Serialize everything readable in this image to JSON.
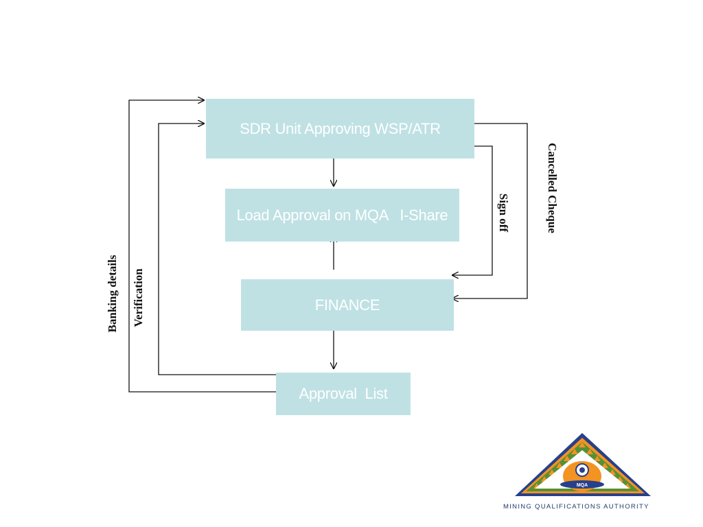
{
  "boxes": {
    "sdr_unit": "SDR Unit Approving WSP/ATR",
    "load_approval": "Load Approval on MQA   I-Share",
    "finance": "FINANCE",
    "approval_list": "Approval  List"
  },
  "connector_labels": {
    "banking_details": "Banking details",
    "verification": "Verification",
    "sign_off": "Sign off",
    "cancelled_cheque": "Cancelled Cheque"
  },
  "logo": {
    "badge_text": "MQA",
    "caption": "MINING QUALIFICATIONS AUTHORITY"
  },
  "colors": {
    "box_fill": "#bfe1e4",
    "box_text": "#ffffff",
    "line": "#111111",
    "logo_orange": "#f39322",
    "logo_blue": "#27408b",
    "logo_green": "#3a8f3a"
  }
}
